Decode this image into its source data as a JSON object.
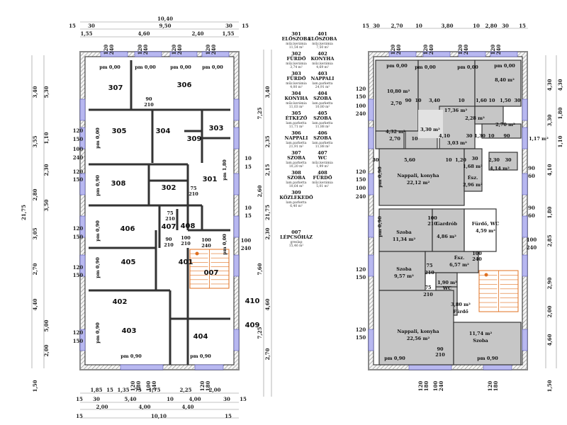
{
  "colors": {
    "wall": "#8a8a8a",
    "room_gray": "#c6c6c6",
    "window": "#b8b8f0",
    "stair": "#e07020",
    "wall_hatch": "#555555"
  },
  "left_plan": {
    "top_dims": [
      "10,40",
      "15",
      "30",
      "9,50",
      "30",
      "15",
      "1,55",
      "4,60",
      "2,40",
      "1,55"
    ],
    "window_labels_top": [
      "120",
      "240"
    ],
    "bottom_dims": [
      "1,85",
      "15",
      "1,35",
      "75",
      "1,75",
      "2,25",
      "2,00",
      "15",
      "30",
      "5,40",
      "10",
      "4,00",
      "30",
      "15",
      "2,00",
      "4,00",
      "4,40",
      "15",
      "10,10",
      "15"
    ],
    "window_labels_bottom": [
      "120",
      "180",
      "100",
      "240"
    ],
    "side_labels": [
      "120",
      "150",
      "100",
      "240",
      "21,75",
      "3,40",
      "5,30",
      "3,55",
      "1,10",
      "2,30",
      "2,80",
      "3,50",
      "3,05",
      "2,70",
      "4,40",
      "5,00",
      "2,00",
      "1,50",
      "30",
      "10",
      "15",
      "90",
      "60"
    ],
    "rooms": [
      {
        "num": "307",
        "floor": "pm 0,00"
      },
      {
        "num": "306",
        "floor": "pm 0,00"
      },
      {
        "num": "305",
        "floor": "pm 0,00"
      },
      {
        "num": "304",
        "floor": ""
      },
      {
        "num": "303",
        "floor": ""
      },
      {
        "num": "309",
        "floor": ""
      },
      {
        "num": "308",
        "floor": "pm 0,90"
      },
      {
        "num": "302",
        "floor": ""
      },
      {
        "num": "301",
        "floor": "pm 1,80"
      },
      {
        "num": "406",
        "floor": "pm 0,90"
      },
      {
        "num": "407",
        "floor": ""
      },
      {
        "num": "408",
        "floor": ""
      },
      {
        "num": "405",
        "floor": "pm 0,90"
      },
      {
        "num": "401",
        "floor": "pm 0,00"
      },
      {
        "num": "007",
        "floor": ""
      },
      {
        "num": "402",
        "floor": ""
      },
      {
        "num": "403",
        "floor": "pm 0,90"
      },
      {
        "num": "404",
        "floor": "pm 0,90"
      }
    ],
    "pm_labels": [
      "pm 0,00",
      "pm 0,00",
      "pm 0,00",
      "pm 0,00",
      "pm 0,90",
      "pm 0,90"
    ],
    "door_labels": [
      "90",
      "210",
      "75",
      "210",
      "100",
      "210",
      "100",
      "240",
      "90",
      "210",
      "75",
      "210"
    ],
    "right_side_numbers": [
      "410",
      "409"
    ]
  },
  "legend": {
    "entries": [
      {
        "num": "301",
        "name": "ELŐSZOBA",
        "finish": "műz.kerámia",
        "area": "11,54 m²"
      },
      {
        "num": "401",
        "name": "ELŐSZOBA",
        "finish": "műz.kerámia",
        "area": "7,50 m²"
      },
      {
        "num": "302",
        "name": "FÜRDŐ",
        "finish": "műz.kerámia",
        "area": "3,74 m²"
      },
      {
        "num": "402",
        "name": "KONYHA",
        "finish": "műz.kerámia",
        "area": "4,69 m²"
      },
      {
        "num": "303",
        "name": "FÜRDŐ",
        "finish": "műz.kerámia",
        "area": "4,00 m²"
      },
      {
        "num": "403",
        "name": "NAPPALI",
        "finish": "lam.parketta",
        "area": "24,91 m²"
      },
      {
        "num": "304",
        "name": "KONYHA",
        "finish": "műz.kerámia",
        "area": "11,03 m²"
      },
      {
        "num": "404",
        "name": "SZOBA",
        "finish": "lam.parketta",
        "area": "10,80 m²"
      },
      {
        "num": "305",
        "name": "ÉTKEZŐ",
        "finish": "lam.parketta",
        "area": "11,71 m²"
      },
      {
        "num": "405",
        "name": "SZOBA",
        "finish": "lam.parketta",
        "area": "11,88 m²"
      },
      {
        "num": "306",
        "name": "NAPPALI",
        "finish": "lam.parketta",
        "area": "21,91 m²"
      },
      {
        "num": "406",
        "name": "SZOBA",
        "finish": "lam.parketta",
        "area": "11,88 m²"
      },
      {
        "num": "307",
        "name": "SZOBA",
        "finish": "lam.parketta",
        "area": "10,20 m²"
      },
      {
        "num": "407",
        "name": "WC",
        "finish": "műz.kerámia",
        "area": "1,99 m²"
      },
      {
        "num": "308",
        "name": "SZOBA",
        "finish": "lam.parketta",
        "area": "10,64 m²"
      },
      {
        "num": "408",
        "name": "FÜRDŐ",
        "finish": "műz.kerámia",
        "area": "5,01 m²"
      },
      {
        "num": "309",
        "name": "KÖZLEKEDŐ",
        "finish": "lam.parketta",
        "area": "6,40 m²"
      },
      {
        "num": "007",
        "name": "LÉPCSŐHÁZ",
        "finish": "greslap",
        "area": "15,46 m²"
      }
    ],
    "vertical_dims": [
      "21,75",
      "3,40",
      "4,30",
      "7,25",
      "2,35",
      "1,60",
      "2,15",
      "2,60",
      "2,85",
      "2,30",
      "7,60",
      "2,90",
      "4,60",
      "7,25",
      "2,70",
      "1,50",
      "15",
      "10",
      "30"
    ]
  },
  "right_plan": {
    "top_dims": [
      "15",
      "30",
      "2,70",
      "10",
      "3,80",
      "10",
      "2,80",
      "30",
      "15"
    ],
    "window_labels_top": [
      "120",
      "240"
    ],
    "window_labels_bottom": [
      "120",
      "180",
      "100",
      "240"
    ],
    "rooms": [
      {
        "lines": [
          "pm 0,00",
          "10,80 m²"
        ]
      },
      {
        "lines": [
          "pm 0,00",
          "17,36 m²"
        ]
      },
      {
        "lines": [
          "pm 0,00"
        ]
      },
      {
        "lines": [
          "pm 0,00",
          "8,40 m²"
        ]
      },
      {
        "lines": [
          "3,30 m²"
        ]
      },
      {
        "lines": [
          "4,32 m²"
        ]
      },
      {
        "lines": [
          "2,28 m²"
        ]
      },
      {
        "lines": [
          "2,70 m²"
        ]
      },
      {
        "lines": [
          "3,03 m²"
        ]
      },
      {
        "lines": [
          "1,17 m²"
        ]
      },
      {
        "lines": [
          "Nappali, konyha",
          "22,12 m²"
        ]
      },
      {
        "lines": [
          "1,68 m²"
        ]
      },
      {
        "lines": [
          "Ész.",
          "2,96 m²"
        ]
      },
      {
        "lines": [
          "4,14 m²"
        ]
      },
      {
        "lines": [
          "Szoba",
          "11,34 m²"
        ]
      },
      {
        "lines": [
          "Gardrób",
          "4,86 m²"
        ]
      },
      {
        "lines": [
          "Fürdő, WC",
          "4,59 m²"
        ]
      },
      {
        "lines": [
          "Szoba",
          "9,57 m²"
        ]
      },
      {
        "lines": [
          "Ész.",
          "6,57 m²"
        ]
      },
      {
        "lines": [
          "1,90 m²",
          "WC"
        ]
      },
      {
        "lines": [
          "3,80 m²",
          "Fürdő"
        ]
      },
      {
        "lines": [
          "Nappali, konyha",
          "22,56 m²"
        ]
      },
      {
        "lines": [
          "11,74 m²",
          "Szoba"
        ]
      }
    ],
    "inner_dims": [
      "2,70",
      "90",
      "10",
      "3,40",
      "10",
      "1,60",
      "10",
      "1,50",
      "30",
      "2,70",
      "10",
      "4,10",
      "30",
      "1,30",
      "10",
      "90",
      "30",
      "5,60",
      "10",
      "1,20",
      "30",
      "2,30",
      "30",
      "75",
      "210",
      "100",
      "210",
      "75",
      "210",
      "100",
      "240",
      "90",
      "210",
      "pm 0,90",
      "pm 0,90",
      "pm 0,90",
      "pm 0,90"
    ],
    "side_labels": [
      "120",
      "150",
      "100",
      "240",
      "90",
      "60",
      "4,30",
      "3,30",
      "1,80",
      "1,10",
      "4,10",
      "1,80",
      "2,85",
      "2,90",
      "2,00",
      "4,60",
      "1,50",
      "15",
      "30"
    ]
  }
}
